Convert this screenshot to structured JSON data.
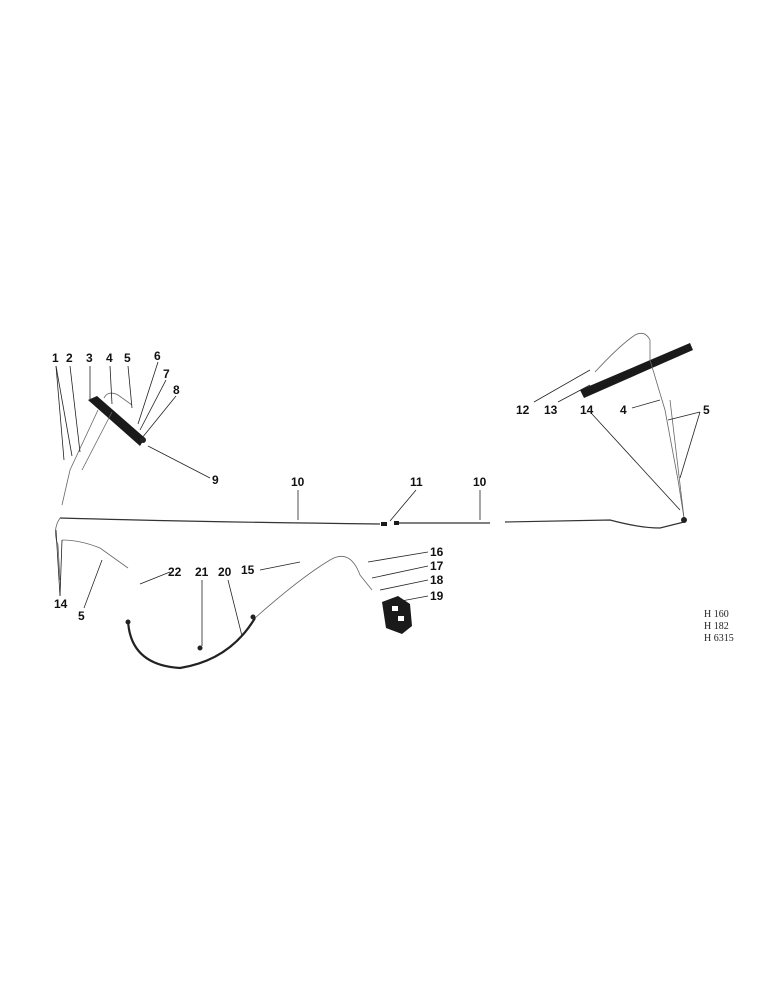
{
  "diagram": {
    "callouts": {
      "c1": "1",
      "c2": "2",
      "c3": "3",
      "c4a": "4",
      "c5a": "5",
      "c6": "6",
      "c7": "7",
      "c8": "8",
      "c9": "9",
      "c10a": "10",
      "c11": "11",
      "c10b": "10",
      "c12": "12",
      "c13": "13",
      "c14a": "14",
      "c4b": "4",
      "c5b": "5",
      "c14b": "14",
      "c5c": "5",
      "c22": "22",
      "c21": "21",
      "c20": "20",
      "c15": "15",
      "c16": "16",
      "c17": "17",
      "c18": "18",
      "c19": "19"
    },
    "references": [
      "H  160",
      "H  182",
      "H 6315"
    ]
  }
}
